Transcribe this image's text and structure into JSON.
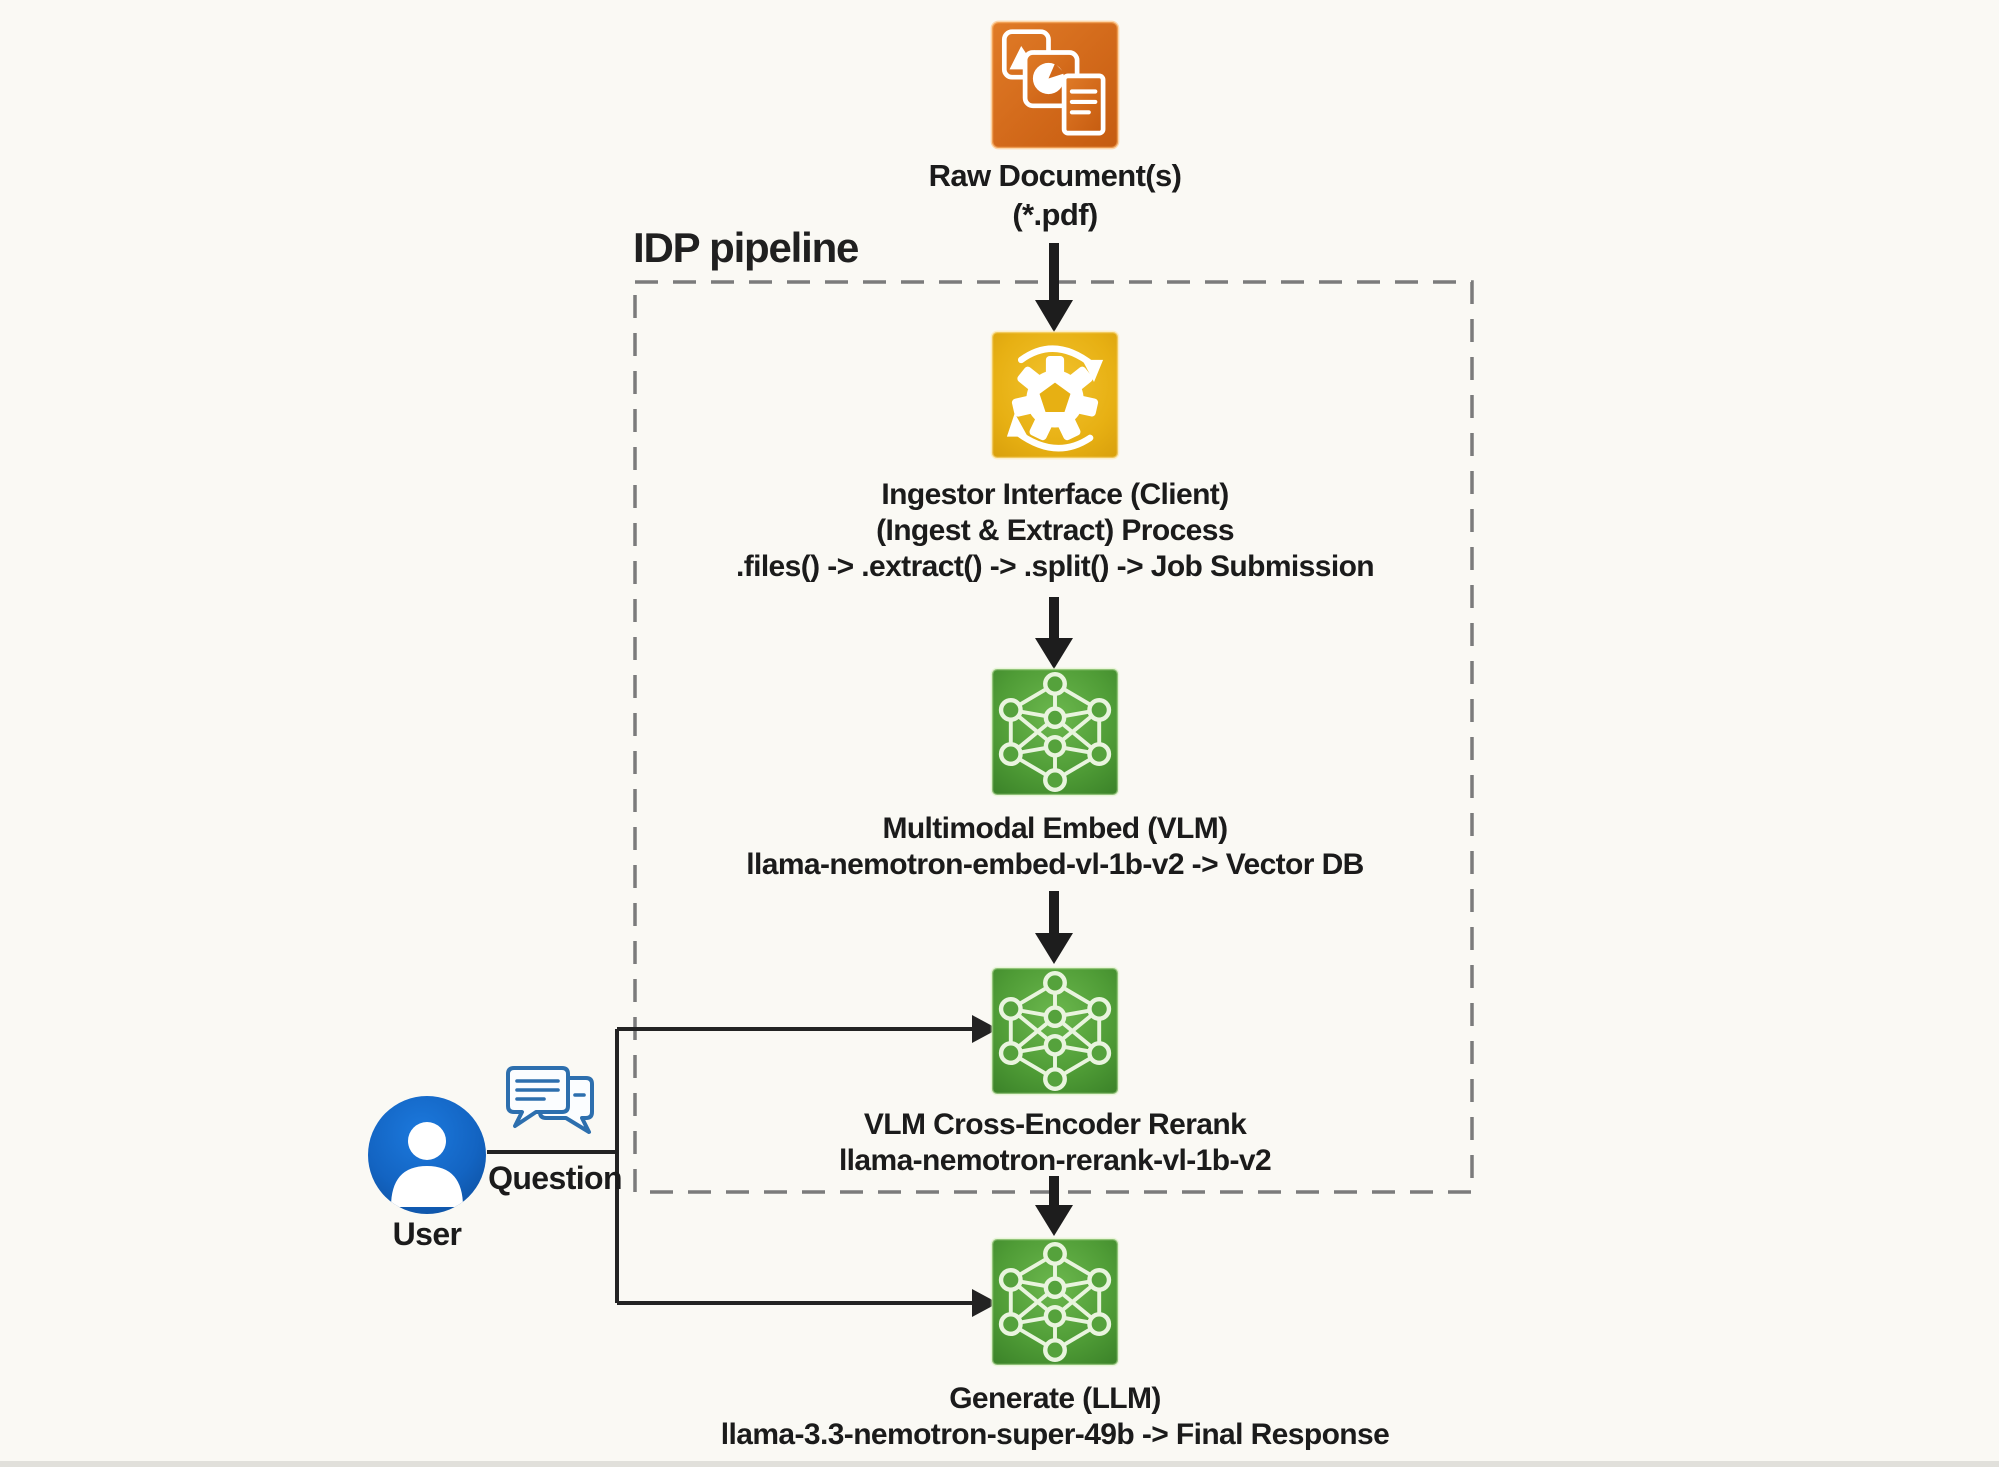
{
  "diagram": {
    "title": "IDP pipeline",
    "nodes": {
      "raw_document": {
        "icon": "stacked-media-documents",
        "line1": "Raw Document(s)",
        "line2": "(*.pdf)"
      },
      "ingestor": {
        "icon": "gear-with-sync-arrows",
        "line1": "Ingestor Interface (Client)",
        "line2": "(Ingest & Extract) Process",
        "line3": ".files() -> .extract() -> .split() -> Job Submission"
      },
      "embed": {
        "icon": "neural-network-graph",
        "line1": "Multimodal Embed (VLM)",
        "line2": "llama-nemotron-embed-vl-1b-v2 -> Vector DB"
      },
      "rerank": {
        "icon": "neural-network-graph",
        "line1": "VLM Cross-Encoder Rerank",
        "line2": "llama-nemotron-rerank-vl-1b-v2"
      },
      "generate": {
        "icon": "neural-network-graph",
        "line1": "Generate (LLM)",
        "line2": "llama-3.3-nemotron-super-49b -> Final Response"
      }
    },
    "actor": {
      "icon": "user-person-circle",
      "label": "User"
    },
    "question": {
      "icon": "chat-speech-bubbles",
      "label": "Question"
    },
    "colors": {
      "raw_document_orange": "#d2691a",
      "ingestor_amber": "#e8b312",
      "nim_green": "#55a33c",
      "user_blue": "#1468c8",
      "chat_outline_blue": "#2d6fae",
      "connector_black": "#1d1d1d",
      "dashed_border_gray": "#7b7b7b",
      "background": "#faf9f4",
      "text": "#1b1b1b"
    }
  }
}
